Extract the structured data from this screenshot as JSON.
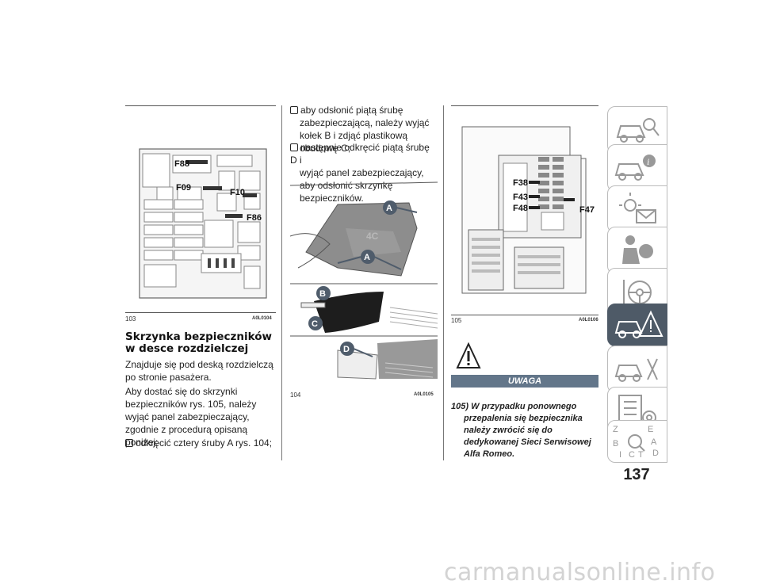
{
  "fig103": {
    "caption": "103",
    "code": "A0L0104",
    "labels": [
      "F88",
      "F09",
      "F10",
      "F86"
    ]
  },
  "fig104": {
    "caption": "104",
    "code": "A0L0105",
    "labels": [
      "A",
      "A",
      "B",
      "C",
      "D"
    ]
  },
  "fig105": {
    "caption": "105",
    "code": "A0L0106",
    "labels": [
      "F38",
      "F43",
      "F48",
      "F47"
    ]
  },
  "section": {
    "title_line1": "Skrzynka bezpieczników",
    "title_line2": "w desce rozdzielczej",
    "para1": "Znajduje się pod deską rozdzielczą po stronie pasażera.",
    "para2": "Aby dostać się do skrzynki bezpieczników rys. 105, należy wyjąć panel zabezpieczający, zgodnie z procedurą opisaną poniżej:",
    "bullet1": "odkręcić cztery śruby A rys. 104;"
  },
  "column2": {
    "bullet2_line1": "aby odsłonić piątą śrubę",
    "bullet2_rest": "zabezpieczającą, należy wyjąć kołek B i zdjąć plastikową obudowę C;",
    "bullet3_line1": "następnie odkręcić piątą śrubę D i",
    "bullet3_rest": "wyjąć panel zabezpieczający, aby odsłonić skrzynkę bezpieczników."
  },
  "warning": {
    "header": "UWAGA",
    "number": "105)",
    "text_line1": "W przypadku ponownego",
    "text_rest": "przepalenia się bezpiecznika należy zwrócić się do dedykowanej Sieci Serwisowej Alfa Romeo."
  },
  "sidebar": {
    "tabs": [
      "car-search-icon",
      "car-info-icon",
      "warning-light-icon",
      "airbag-person-icon",
      "steering-wheel-icon",
      "car-breakdown-icon",
      "car-tools-icon",
      "list-settings-icon",
      "alphabet-index-icon"
    ],
    "active_index": 5,
    "active_color": "#4e5a67"
  },
  "page_number": "137",
  "watermark": "carmanualsonline.info"
}
